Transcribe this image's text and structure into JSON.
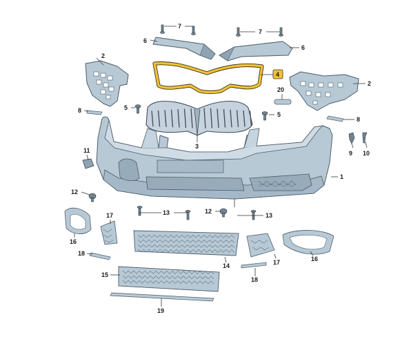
{
  "diagram": {
    "labels": {
      "p1": "1",
      "p2_left": "2",
      "p2_right": "2",
      "p3": "3",
      "p4": "4",
      "p5_left": "5",
      "p5_right": "5",
      "p6_left": "6",
      "p6_right": "6",
      "p7_left": "7",
      "p7_right": "7",
      "p8_left": "8",
      "p8_right": "8",
      "p9": "9",
      "p10": "10",
      "p11": "11",
      "p12_left": "12",
      "p12_mid": "12",
      "p13_left": "13",
      "p13_right": "13",
      "p14": "14",
      "p15": "15",
      "p16_left": "16",
      "p16_right": "16",
      "p17_left": "17",
      "p17_right": "17",
      "p18_left": "18",
      "p18_right": "18",
      "p19": "19",
      "p20": "20"
    },
    "colors": {
      "part_fill": "#b8c9d6",
      "part_dark": "#8fa3b3",
      "part_shadow": "#6f8494",
      "highlight": "#f2c232",
      "line": "#333333"
    }
  }
}
